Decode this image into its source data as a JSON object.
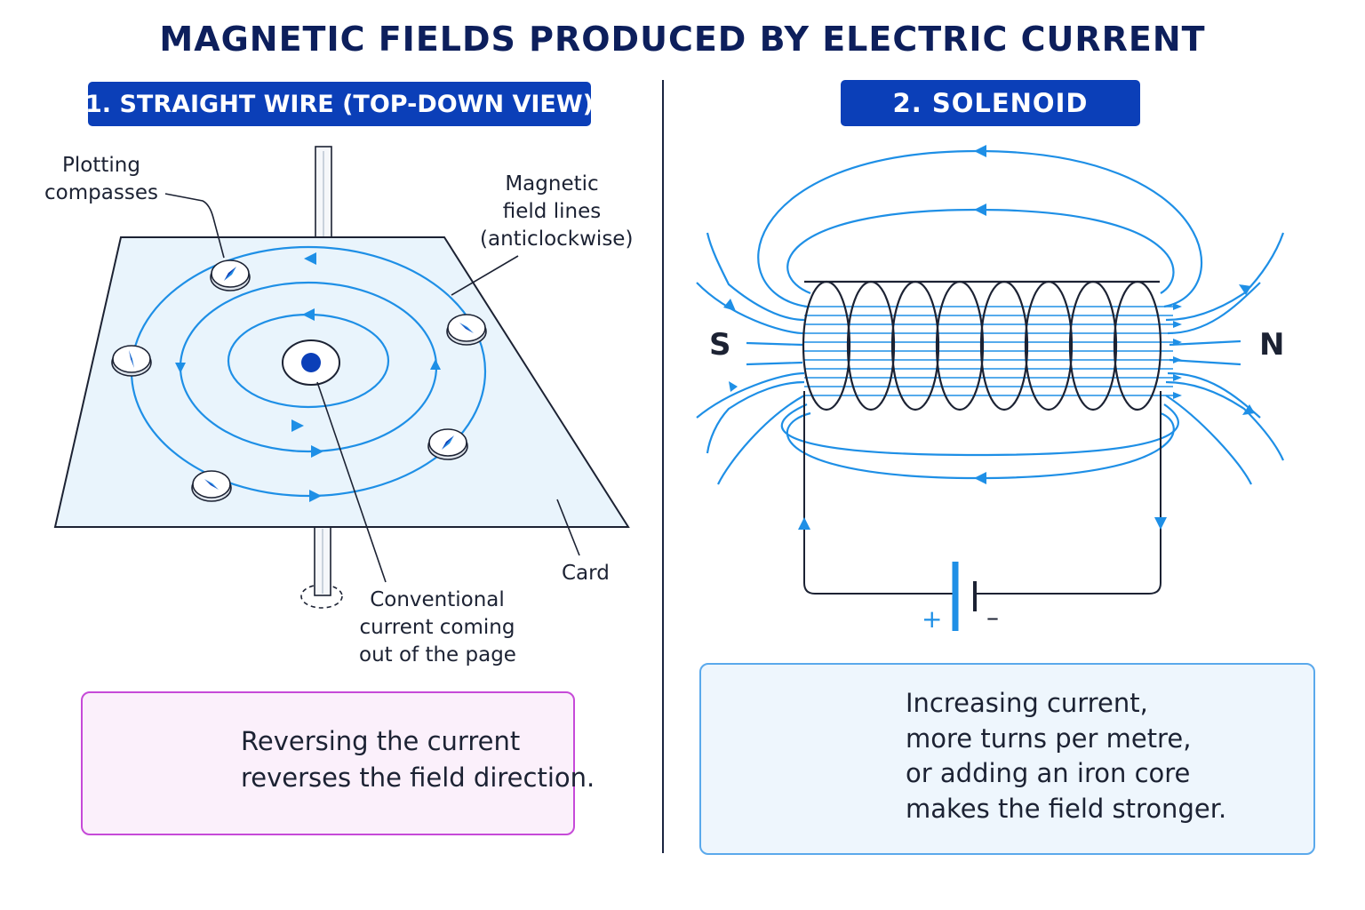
{
  "title": "MAGNETIC FIELDS PRODUCED BY ELECTRIC CURRENT",
  "straight_wire": {
    "header": "1. STRAIGHT WIRE (TOP-DOWN VIEW)",
    "labels": {
      "compasses": [
        "Plotting",
        "compasses"
      ],
      "field_lines": [
        "Magnetic",
        "field lines",
        "(anticlockwise)"
      ],
      "card": "Card",
      "current": [
        "Conventional",
        "current coming",
        "out of the page"
      ]
    },
    "callout": {
      "icon": "circled-cross-icon",
      "lines": [
        "Reversing the current",
        "reverses the field direction."
      ]
    }
  },
  "solenoid": {
    "header": "2. SOLENOID",
    "south_label": "S",
    "north_label": "N",
    "battery": {
      "positive": "+",
      "negative": "–"
    },
    "callout": {
      "icon": "rising-bar-chart-icon",
      "lines": [
        "Increasing current,",
        "more turns per metre,",
        "or adding an iron core",
        "makes the field stronger."
      ]
    }
  },
  "colors": {
    "title": "#0d1f5c",
    "header_bg": "#0b3fb8",
    "field_line": "#1e8fe6",
    "card_fill": "#e9f4fc",
    "reverse_callout_border": "#c64ad8",
    "stronger_callout_border": "#5aa9ec"
  }
}
